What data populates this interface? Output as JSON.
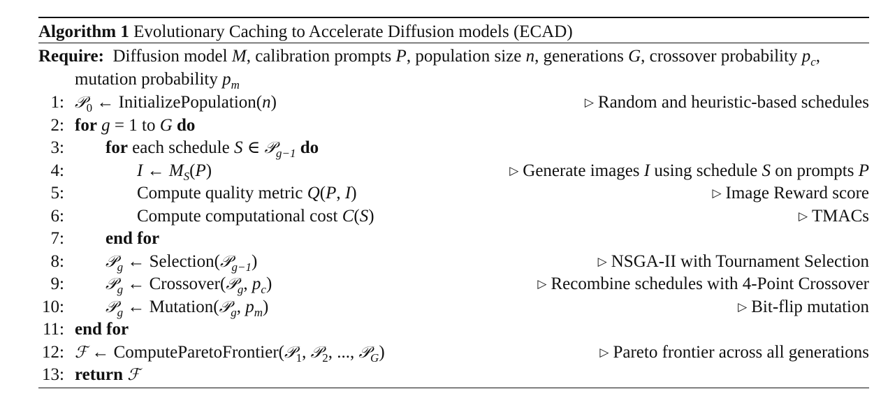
{
  "algorithm": {
    "label": "Algorithm 1",
    "title": "Evolutionary Caching to Accelerate Diffusion models (ECAD)",
    "require_label": "Require:",
    "require_text": "Diffusion model M, calibration prompts P, population size n, generations G, crossover probability p_c, mutation probability p_m",
    "lines": [
      {
        "num": "1:",
        "code": "𝒫₀ ← InitializePopulation(n)",
        "comment": "Random and heuristic-based schedules"
      },
      {
        "num": "2:",
        "code": "for g = 1 to G do",
        "comment": ""
      },
      {
        "num": "3:",
        "code": "for each schedule S ∈ 𝒫_{g−1} do",
        "comment": ""
      },
      {
        "num": "4:",
        "code": "I ← M_S(P)",
        "comment": "Generate images I using schedule S on prompts P"
      },
      {
        "num": "5:",
        "code": "Compute quality metric Q(P, I)",
        "comment": "Image Reward score"
      },
      {
        "num": "6:",
        "code": "Compute computational cost C(S)",
        "comment": "TMACs"
      },
      {
        "num": "7:",
        "code": "end for",
        "comment": ""
      },
      {
        "num": "8:",
        "code": "𝒫_g ← Selection(𝒫_{g−1})",
        "comment": "NSGA-II with Tournament Selection"
      },
      {
        "num": "9:",
        "code": "𝒫_g ← Crossover(𝒫_g, p_c)",
        "comment": "Recombine schedules with 4-Point Crossover"
      },
      {
        "num": "10:",
        "code": "𝒫_g ← Mutation(𝒫_g, p_m)",
        "comment": "Bit-flip mutation"
      },
      {
        "num": "11:",
        "code": "end for",
        "comment": ""
      },
      {
        "num": "12:",
        "code": "ℱ ← ComputeParetoFrontier(𝒫₁, 𝒫₂, ..., 𝒫_G)",
        "comment": "Pareto frontier across all generations"
      },
      {
        "num": "13:",
        "code": "return ℱ",
        "comment": ""
      }
    ]
  }
}
